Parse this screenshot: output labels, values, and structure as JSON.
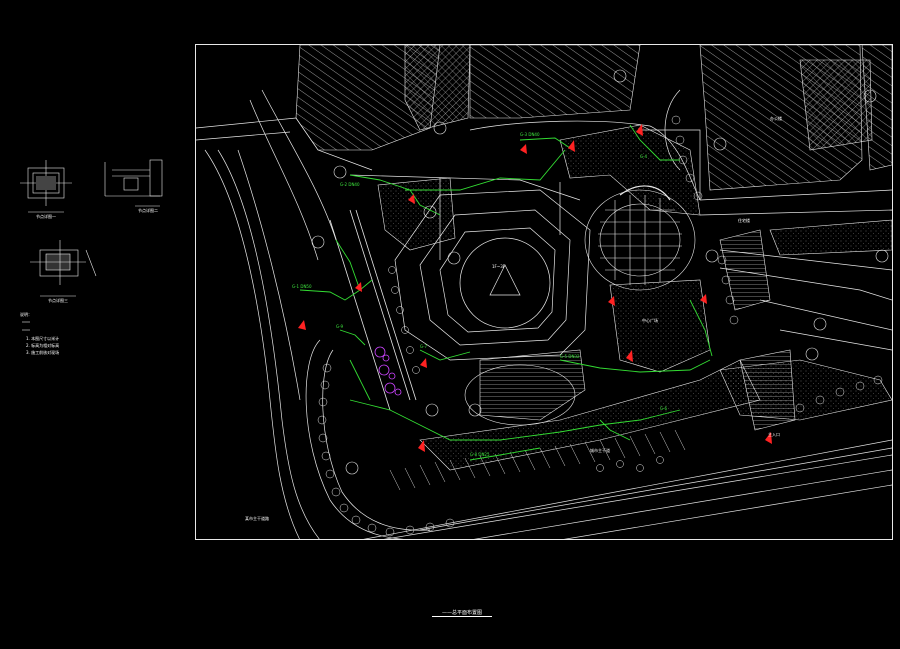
{
  "drawing": {
    "caption": "——总平面布置图",
    "colors": {
      "background": "#000000",
      "linework": "#e8e8e8",
      "pipe": "#33dd33",
      "marker": "#ff2222",
      "plant": "#cc44ff"
    },
    "labels": {
      "left_road": "某市主干道路",
      "bottom_road": "城市主干道",
      "right_entry": "主入口",
      "plaza": "中心广场",
      "building_a": "办公楼",
      "building_b": "住宅楼",
      "main_hall": "1F~3F"
    },
    "detail_labels": [
      "节点详图一",
      "节点详图二",
      "节点详图三"
    ],
    "notes": [
      "说明：",
      "1. 本图尺寸以米计",
      "2. 标高为相对标高",
      "3. 施工前核对现场"
    ]
  }
}
